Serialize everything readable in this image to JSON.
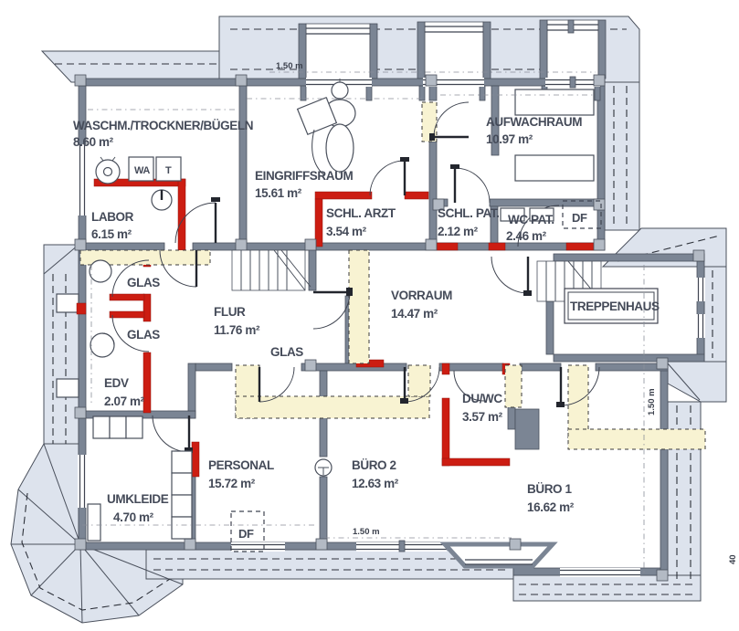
{
  "rooms": {
    "waschm": {
      "name": "WASCHM./TROCKNER/BÜGELN",
      "area": "8.60 m²"
    },
    "labor": {
      "name": "LABOR",
      "area": "6.15 m²"
    },
    "eingriffsraum": {
      "name": "EINGRIFFSRAUM",
      "area": "15.61 m²"
    },
    "schl_arzt": {
      "name": "SCHL. ARZT",
      "area": "3.54 m²"
    },
    "schl_pat": {
      "name": "SCHL. PAT.",
      "area": "2.12 m²"
    },
    "wc_pat": {
      "name": "WC PAT.",
      "area": "2.46 m²"
    },
    "aufwachraum": {
      "name": "AUFWACHRAUM",
      "area": "10.97 m²"
    },
    "flur": {
      "name": "FLUR",
      "area": "11.76 m²"
    },
    "vorraum": {
      "name": "VORRAUM",
      "area": "14.47 m²"
    },
    "treppenhaus": {
      "name": "TREPPENHAUS"
    },
    "edv": {
      "name": "EDV",
      "area": "2.07 m²"
    },
    "du_wc": {
      "name": "DU/WC",
      "area": "3.57 m²"
    },
    "personal": {
      "name": "PERSONAL",
      "area": "15.72 m²"
    },
    "umkleide": {
      "name": "UMKLEIDE",
      "area": "4.70 m²"
    },
    "buero2": {
      "name": "BÜRO 2",
      "area": "12.63 m²"
    },
    "buero1": {
      "name": "BÜRO 1",
      "area": "16.62 m²"
    }
  },
  "annotations": {
    "glas": "GLAS",
    "df": "DF",
    "wa": "WA",
    "t": "T",
    "dim_150": "1.50 m",
    "dim_40": "40"
  },
  "colors": {
    "wall": "#7b8594",
    "accent_red": "#cc1d12",
    "roof_overhang": "#dde3ed",
    "escape_route_yellow": "#f8f3d2",
    "text": "#454b59"
  }
}
